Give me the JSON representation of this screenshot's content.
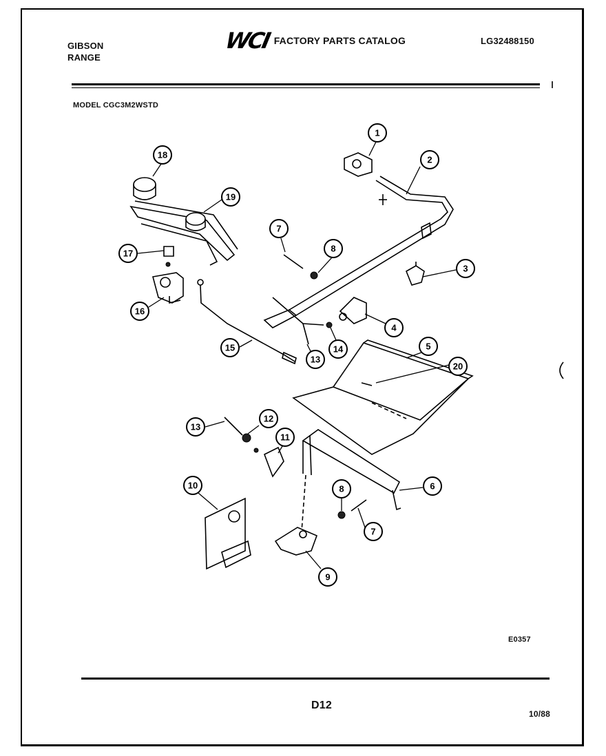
{
  "header": {
    "brand_line1": "GIBSON",
    "brand_line2": "RANGE",
    "logo_mark": "WCI",
    "catalog_title": "FACTORY PARTS CATALOG",
    "catalog_number": "LG32488150",
    "model_label": "MODEL CGC3M2WSTD"
  },
  "footer": {
    "diagram_code": "E0357",
    "page_number": "D12",
    "date": "10/88"
  },
  "callouts": [
    {
      "id": "c1",
      "label": "1"
    },
    {
      "id": "c2",
      "label": "2"
    },
    {
      "id": "c3",
      "label": "3"
    },
    {
      "id": "c4",
      "label": "4"
    },
    {
      "id": "c5",
      "label": "5"
    },
    {
      "id": "c6",
      "label": "6"
    },
    {
      "id": "c7a",
      "label": "7"
    },
    {
      "id": "c7b",
      "label": "7"
    },
    {
      "id": "c8a",
      "label": "8"
    },
    {
      "id": "c8b",
      "label": "8"
    },
    {
      "id": "c9",
      "label": "9"
    },
    {
      "id": "c10",
      "label": "10"
    },
    {
      "id": "c11",
      "label": "11"
    },
    {
      "id": "c12",
      "label": "12"
    },
    {
      "id": "c13a",
      "label": "13"
    },
    {
      "id": "c13b",
      "label": "13"
    },
    {
      "id": "c14",
      "label": "14"
    },
    {
      "id": "c15",
      "label": "15"
    },
    {
      "id": "c16",
      "label": "16"
    },
    {
      "id": "c17",
      "label": "17"
    },
    {
      "id": "c18",
      "label": "18"
    },
    {
      "id": "c19",
      "label": "19"
    },
    {
      "id": "c20",
      "label": "20"
    }
  ]
}
